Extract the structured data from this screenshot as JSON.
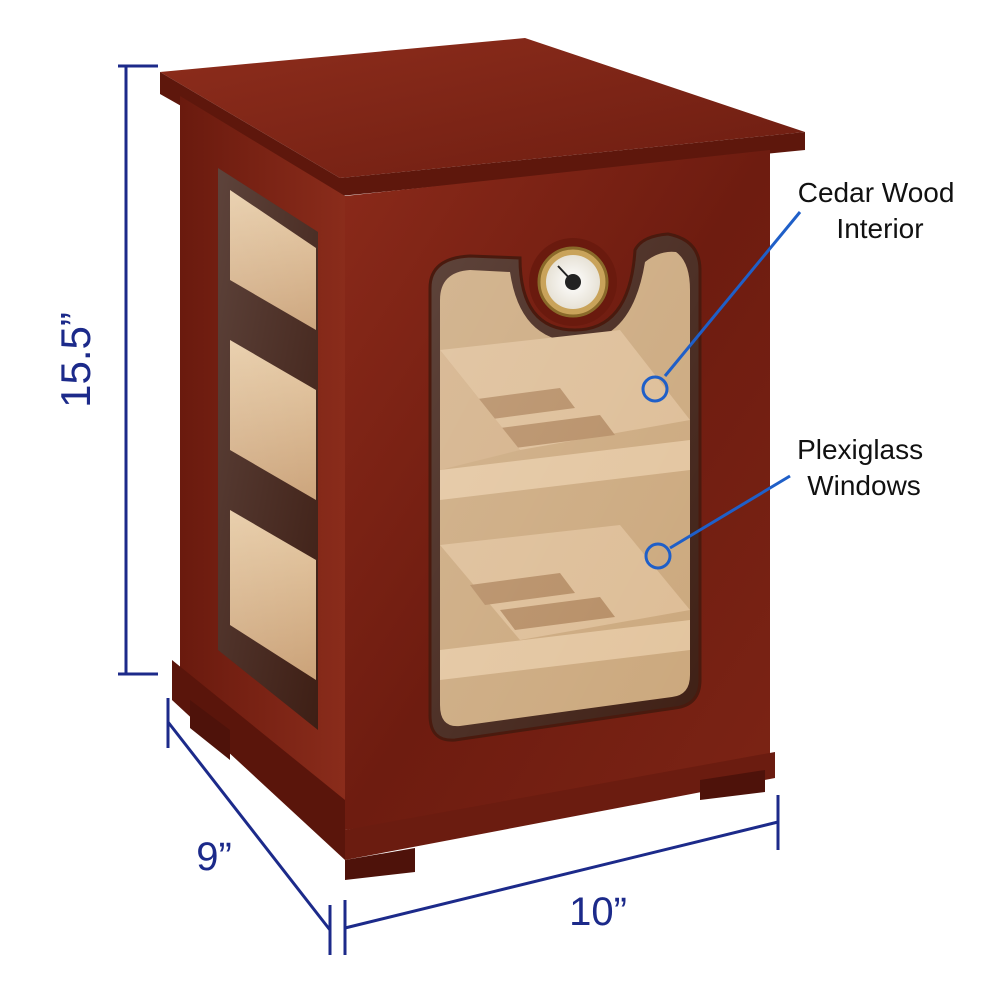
{
  "dimensions": {
    "height": "15.5”",
    "depth": "9”",
    "width": "10”"
  },
  "callouts": {
    "interior": [
      "Cedar Wood",
      "Interior"
    ],
    "windows": [
      "Plexiglass",
      "Windows"
    ]
  },
  "colors": {
    "dimension_line": "#1c2a8a",
    "callout_line": "#1f5fc8",
    "wood": "#7a1f14",
    "cedar": "#d9b48a"
  }
}
